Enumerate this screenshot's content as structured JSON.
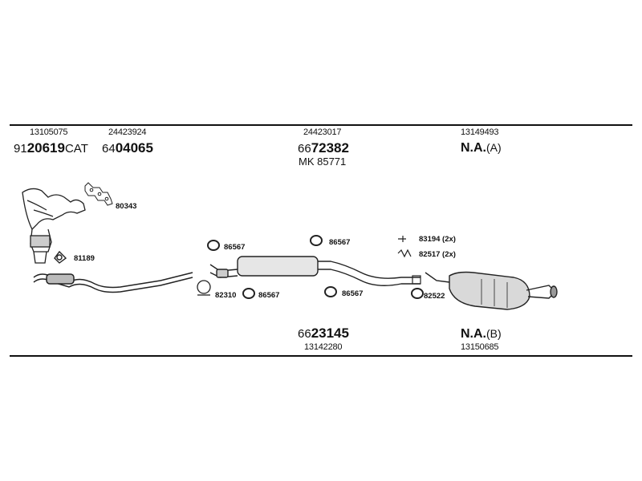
{
  "top": {
    "col1": {
      "oe": "13105075",
      "prefix": "91",
      "main": "20619",
      "suffix": "CAT"
    },
    "col2": {
      "oe": "24423924",
      "prefix": "64",
      "main": "04065"
    },
    "col3": {
      "oe": "24423017",
      "prefix": "66",
      "main": "72382",
      "mk": "MK  85771"
    },
    "col4": {
      "oe": "13149493",
      "main": "N.A.",
      "suffix": "(A)"
    }
  },
  "labels": {
    "l80343": "80343",
    "l81189": "81189",
    "l86567a": "86567",
    "l82310": "82310",
    "l86567b": "86567",
    "l86567c": "86567",
    "l86567d": "86567",
    "l83194": "83194 (2x)",
    "l82517": "82517 (2x)",
    "l82522": "82522"
  },
  "bottom": {
    "col3": {
      "prefix": "66",
      "main": "23145",
      "oe": "13142280"
    },
    "col4": {
      "main": "N.A.",
      "suffix": "(B)",
      "oe": "13150685"
    }
  }
}
